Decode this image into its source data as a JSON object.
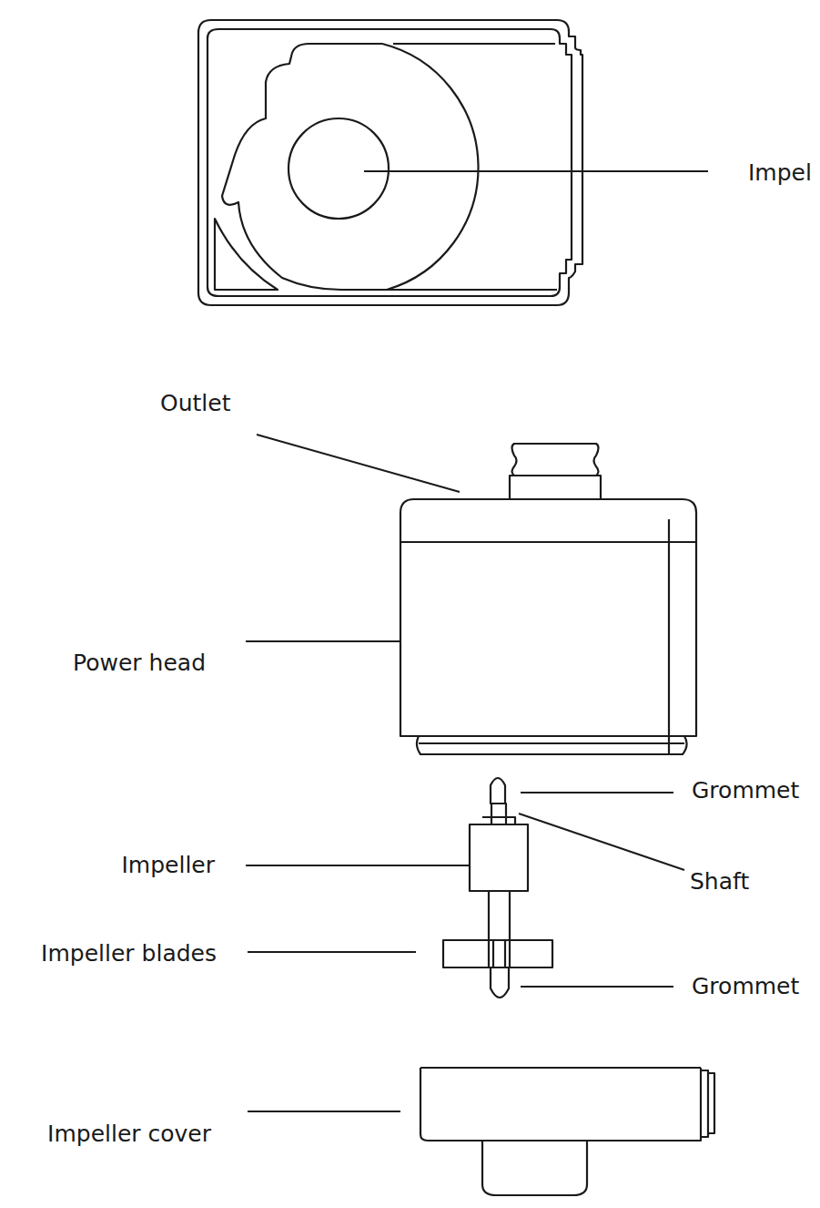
{
  "diagram": {
    "labels": [
      "Impel",
      "Outlet",
      "Power head",
      "Grommet",
      "Impeller",
      "Shaft",
      "Impeller blades",
      "Grommet",
      "Impeller cover"
    ]
  }
}
